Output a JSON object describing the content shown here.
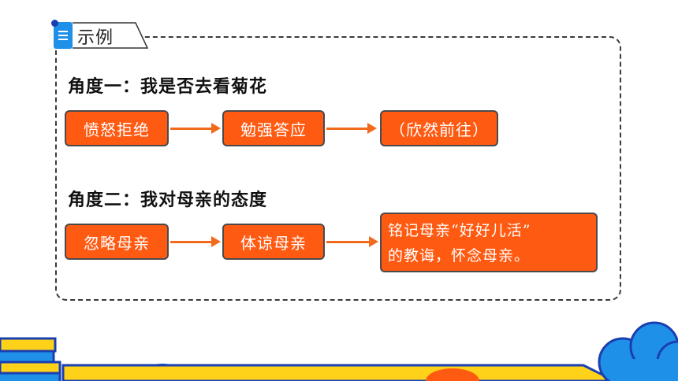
{
  "tag": {
    "label": "示例"
  },
  "section1": {
    "heading": "角度一：我是否去看菊花",
    "steps": [
      "愤怒拒绝",
      "勉强答应",
      "（欣然前往）"
    ]
  },
  "section2": {
    "heading": "角度二：我对母亲的态度",
    "steps": [
      "忽略母亲",
      "体谅母亲"
    ],
    "final_line1": "铭记母亲“好好儿活”",
    "final_line2": "的教诲，怀念母亲。"
  },
  "colors": {
    "box_fill": "#ff5a12",
    "arrow": "#f26a1b",
    "tag_blue": "#1e90e8",
    "banner_yellow": "#ffd21a",
    "cloud_blue": "#1e90e8"
  }
}
